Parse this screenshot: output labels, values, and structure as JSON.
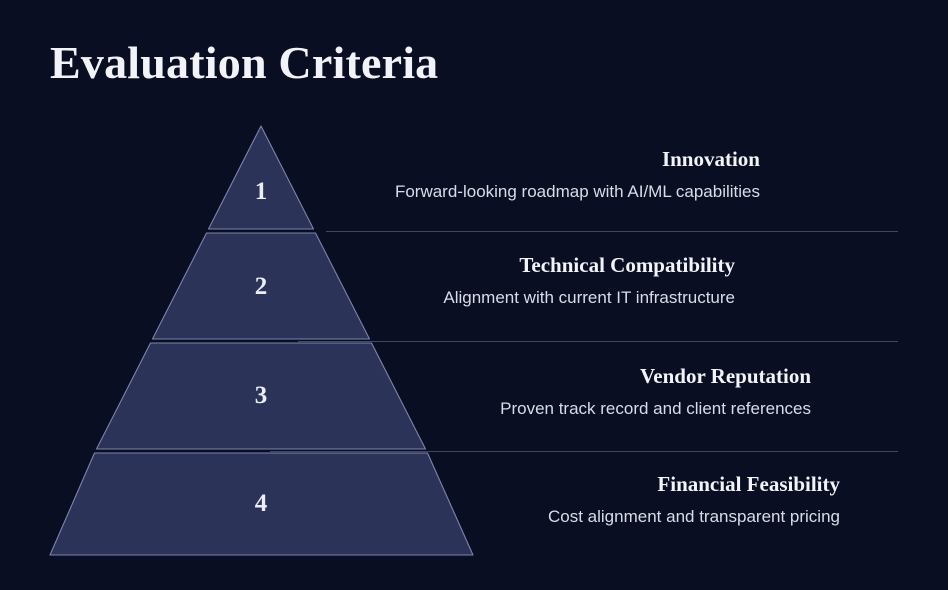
{
  "slide": {
    "title": "Evaluation Criteria",
    "background_color": "#0a0e22",
    "accent_color": "#2b3359",
    "edge_color": "#7c85ad",
    "text_color": "#f2f3f8"
  },
  "chart_data": {
    "type": "pyramid",
    "title": "Evaluation Criteria",
    "orientation": "apex-up",
    "tier_count": 4,
    "tiers": [
      {
        "rank": "1",
        "label": "Innovation",
        "description": "Forward-looking roadmap with AI/ML capabilities",
        "fill": "#2b3359"
      },
      {
        "rank": "2",
        "label": "Technical Compatibility",
        "description": "Alignment with current IT infrastructure",
        "fill": "#2b3359"
      },
      {
        "rank": "3",
        "label": "Vendor Reputation",
        "description": "Proven track record and client references",
        "fill": "#2b3359"
      },
      {
        "rank": "4",
        "label": "Financial Feasibility",
        "description": "Cost alignment and transparent pricing",
        "fill": "#2b3359"
      }
    ]
  }
}
